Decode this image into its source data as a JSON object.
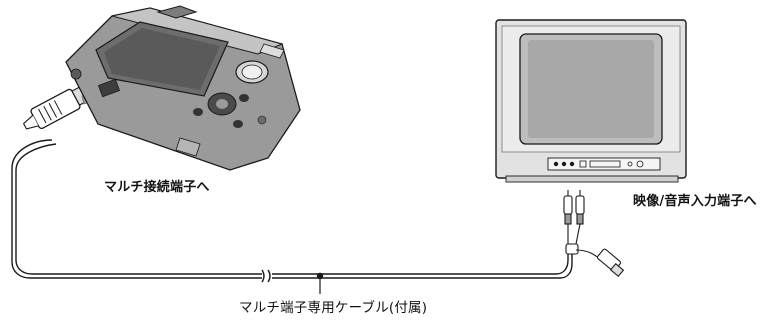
{
  "labels": {
    "camera_terminal": "マルチ接続端子へ",
    "tv_terminal": "映像/音声入力端子へ",
    "cable": "マルチ端子専用ケーブル(付属)"
  },
  "colors": {
    "line": "#1a1a1a",
    "camera_body": "#8e8e8e",
    "camera_screen": "#6d6d6d",
    "tv_frame": "#e2e2e2",
    "tv_screen": "#bdbdbd"
  },
  "icons": [
    "camera-icon",
    "television-icon",
    "cable-connector-icon",
    "usb-plug-icon",
    "av-plug-icon",
    "arrow-icon"
  ]
}
